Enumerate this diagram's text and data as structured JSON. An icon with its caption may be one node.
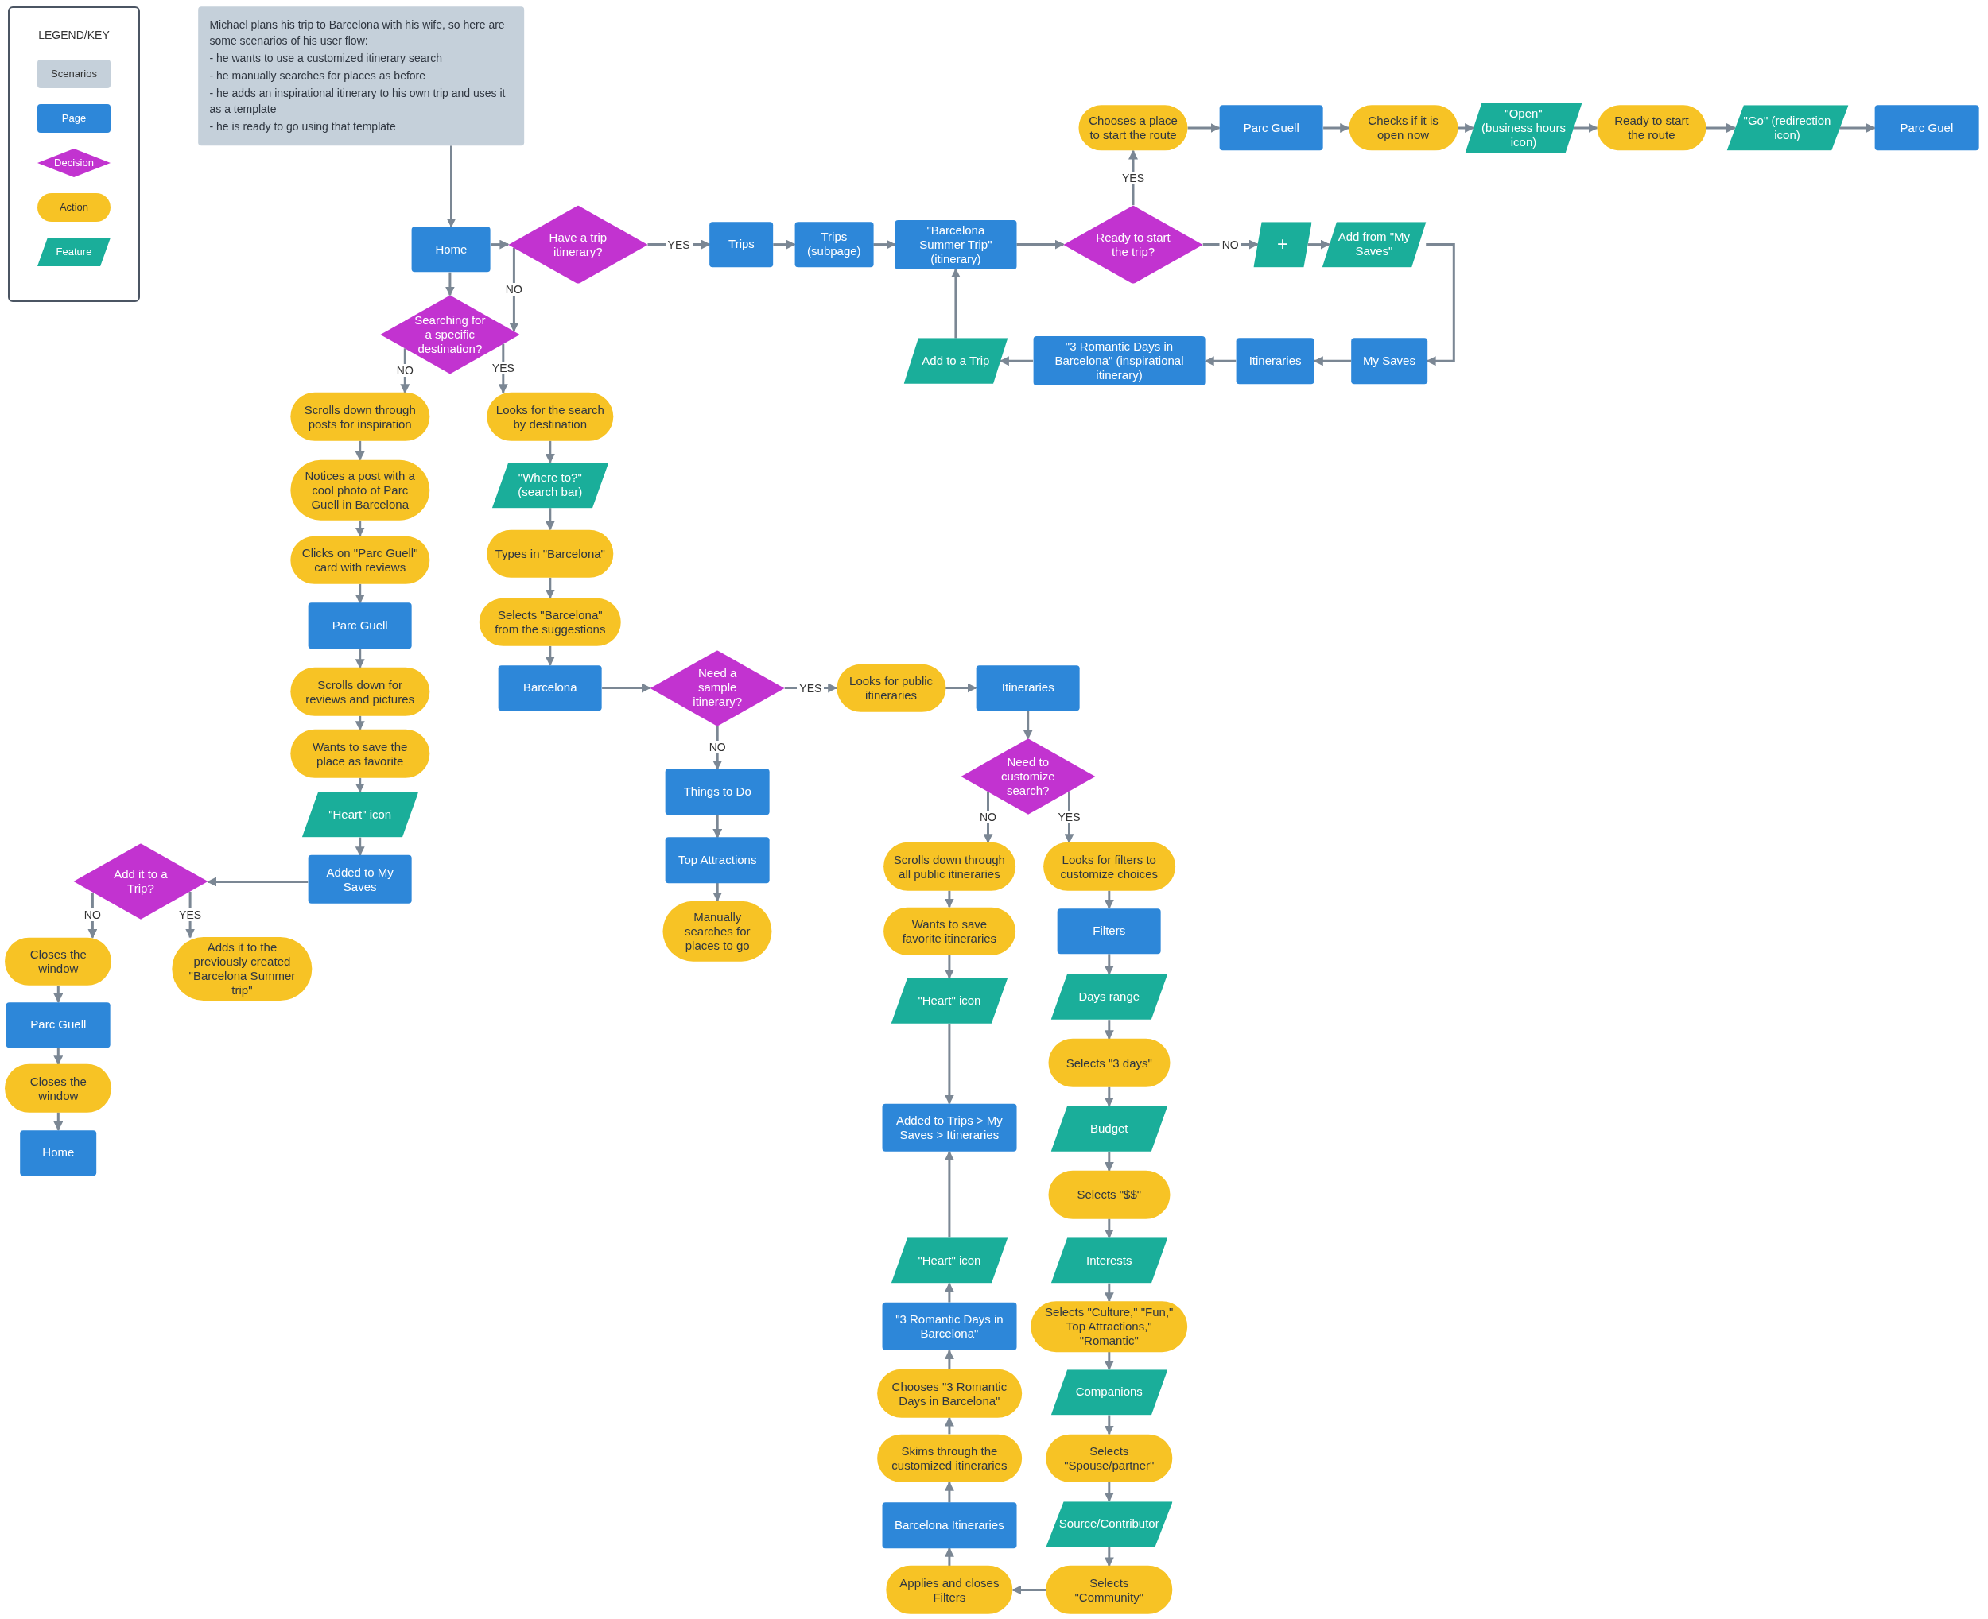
{
  "diagram": {
    "nodes": [
      {
        "text": [
          "Michael plans his trip to Barcelona with his wife, so here are some scenarios of his user flow:",
          "- he wants to use a customized itinerary search",
          "- he manually searches for places as before",
          "- he adds an inspirational itinerary to his own trip and uses it as a template",
          "- he is ready to go using that template"
        ]
      },
      {
        "text": [
          "Home"
        ]
      },
      {
        "text": [
          "Have a trip itinerary?"
        ]
      },
      {
        "text": [
          "Trips"
        ]
      },
      {
        "text": [
          "Trips (subpage)"
        ]
      },
      {
        "text": [
          "\"Barcelona Summer Trip\" (itinerary)"
        ]
      },
      {
        "text": [
          "Ready to start the trip?"
        ]
      },
      {
        "text": [
          "Chooses a place to start the route"
        ]
      },
      {
        "text": [
          "Parc Guell"
        ]
      },
      {
        "text": [
          "Checks if it is open now"
        ]
      },
      {
        "text": [
          "\"Open\" (business hours icon)"
        ]
      },
      {
        "text": [
          "Ready to start the route"
        ]
      },
      {
        "text": [
          "\"Go\" (redirection icon)"
        ]
      },
      {
        "text": [
          "Parc Guel"
        ]
      },
      {
        "text": [
          "+"
        ]
      },
      {
        "text": [
          "Add from \"My Saves\""
        ]
      },
      {
        "text": [
          "My Saves"
        ]
      },
      {
        "text": [
          "Itineraries"
        ]
      },
      {
        "text": [
          "\"3 Romantic Days in Barcelona\" (inspirational itinerary)"
        ]
      },
      {
        "text": [
          "Add to a Trip"
        ]
      },
      {
        "text": [
          "Searching for a specific destination?"
        ]
      },
      {
        "text": [
          "Scrolls down through posts for inspiration"
        ]
      },
      {
        "text": [
          "Notices a post with a cool photo of Parc Guell in Barcelona"
        ]
      },
      {
        "text": [
          "Clicks on \"Parc Guell\" card with reviews"
        ]
      },
      {
        "text": [
          "Parc Guell"
        ]
      },
      {
        "text": [
          "Scrolls down for reviews and pictures"
        ]
      },
      {
        "text": [
          "Wants to save the place as favorite"
        ]
      },
      {
        "text": [
          "\"Heart\" icon"
        ]
      },
      {
        "text": [
          "Added to My Saves"
        ]
      },
      {
        "text": [
          "Add it to a Trip?"
        ]
      },
      {
        "text": [
          "Closes the window"
        ]
      },
      {
        "text": [
          "Adds it to the previously created \"Barcelona Summer trip\""
        ]
      },
      {
        "text": [
          "Parc Guell"
        ]
      },
      {
        "text": [
          "Closes the window"
        ]
      },
      {
        "text": [
          "Home"
        ]
      },
      {
        "text": [
          "Looks for the search by destination"
        ]
      },
      {
        "text": [
          "\"Where to?\" (search bar)"
        ]
      },
      {
        "text": [
          "Types in \"Barcelona\""
        ]
      },
      {
        "text": [
          "Selects \"Barcelona\" from the suggestions"
        ]
      },
      {
        "text": [
          "Barcelona"
        ]
      },
      {
        "text": [
          "Need a sample itinerary?"
        ]
      },
      {
        "text": [
          "Looks for public itineraries"
        ]
      },
      {
        "text": [
          "Itineraries"
        ]
      },
      {
        "text": [
          "Things to Do"
        ]
      },
      {
        "text": [
          "Top Attractions"
        ]
      },
      {
        "text": [
          "Manually searches for places to go"
        ]
      },
      {
        "text": [
          "Need to customize search?"
        ]
      },
      {
        "text": [
          "Scrolls down through all public itineraries"
        ]
      },
      {
        "text": [
          "Wants to save favorite itineraries"
        ]
      },
      {
        "text": [
          "\"Heart\" icon"
        ]
      },
      {
        "text": [
          "Added to Trips > My Saves > Itineraries"
        ]
      },
      {
        "text": [
          "\"Heart\" icon"
        ]
      },
      {
        "text": [
          "\"3 Romantic Days in Barcelona\""
        ]
      },
      {
        "text": [
          "Chooses \"3 Romantic Days in Barcelona\""
        ]
      },
      {
        "text": [
          "Skims through the customized itineraries"
        ]
      },
      {
        "text": [
          "Barcelona Itineraries"
        ]
      },
      {
        "text": [
          "Applies and closes Filters"
        ]
      },
      {
        "text": [
          "Looks for filters to customize choices"
        ]
      },
      {
        "text": [
          "Filters"
        ]
      },
      {
        "text": [
          "Days range"
        ]
      },
      {
        "text": [
          "Selects \"3 days\""
        ]
      },
      {
        "text": [
          "Budget"
        ]
      },
      {
        "text": [
          "Selects \"$$\""
        ]
      },
      {
        "text": [
          "Interests"
        ]
      },
      {
        "text": [
          "Selects \"Culture,\" \"Fun,\" Top Attractions,\" \"Romantic\""
        ]
      },
      {
        "text": [
          "Companions"
        ]
      },
      {
        "text": [
          "Selects \"Spouse/partner\""
        ]
      },
      {
        "text": [
          "Source/Contributor"
        ]
      },
      {
        "text": [
          "Selects \"Community\""
        ]
      }
    ],
    "edges": [
      {
        "from": 0,
        "to": 1,
        "arrow": "to"
      },
      {
        "from": 1,
        "to": 2,
        "arrow": "to"
      },
      {
        "from": 2,
        "to": 3,
        "arrow": "to",
        "label": "YES"
      },
      {
        "from": 3,
        "to": 4,
        "arrow": "to"
      },
      {
        "from": 4,
        "to": 5,
        "arrow": "to"
      },
      {
        "from": 5,
        "to": 6,
        "arrow": "to"
      },
      {
        "from": 6,
        "to": 7,
        "arrow": "to",
        "label": "YES"
      },
      {
        "from": 7,
        "to": 8,
        "arrow": "to"
      },
      {
        "from": 8,
        "to": 9,
        "arrow": "to"
      },
      {
        "from": 9,
        "to": 10,
        "arrow": "to"
      },
      {
        "from": 10,
        "to": 11,
        "arrow": "to"
      },
      {
        "from": 11,
        "to": 12,
        "arrow": "to"
      },
      {
        "from": 12,
        "to": 13,
        "arrow": "to"
      },
      {
        "from": 6,
        "to": 14,
        "arrow": "to",
        "label": "NO"
      },
      {
        "from": 14,
        "to": 15,
        "arrow": "to"
      },
      {
        "from": 15,
        "to": 16,
        "arrow": "to"
      },
      {
        "from": 16,
        "to": 17,
        "arrow": "to"
      },
      {
        "from": 17,
        "to": 18,
        "arrow": "to"
      },
      {
        "from": 18,
        "to": 19,
        "arrow": "to"
      },
      {
        "from": 19,
        "to": 5,
        "arrow": "to"
      },
      {
        "from": 2,
        "to": 20,
        "arrow": "to",
        "label": "NO"
      },
      {
        "from": 1,
        "to": 20,
        "arrow": "to"
      },
      {
        "from": 20,
        "to": 21,
        "arrow": "to",
        "label": "NO"
      },
      {
        "from": 20,
        "to": 35,
        "arrow": "to",
        "label": "YES"
      },
      {
        "from": 21,
        "to": 22,
        "arrow": "to"
      },
      {
        "from": 22,
        "to": 23,
        "arrow": "to"
      },
      {
        "from": 23,
        "to": 24,
        "arrow": "to"
      },
      {
        "from": 24,
        "to": 25,
        "arrow": "to"
      },
      {
        "from": 25,
        "to": 26,
        "arrow": "to"
      },
      {
        "from": 26,
        "to": 27,
        "arrow": "to"
      },
      {
        "from": 27,
        "to": 28,
        "arrow": "to"
      },
      {
        "from": 28,
        "to": 29,
        "arrow": "to"
      },
      {
        "from": 29,
        "to": 30,
        "arrow": "to",
        "label": "NO"
      },
      {
        "from": 29,
        "to": 31,
        "arrow": "to",
        "label": "YES"
      },
      {
        "from": 30,
        "to": 32,
        "arrow": "to"
      },
      {
        "from": 32,
        "to": 33,
        "arrow": "to"
      },
      {
        "from": 33,
        "to": 34,
        "arrow": "to"
      },
      {
        "from": 35,
        "to": 36,
        "arrow": "to"
      },
      {
        "from": 36,
        "to": 37,
        "arrow": "to"
      },
      {
        "from": 37,
        "to": 38,
        "arrow": "to"
      },
      {
        "from": 38,
        "to": 39,
        "arrow": "to"
      },
      {
        "from": 39,
        "to": 40,
        "arrow": "to"
      },
      {
        "from": 40,
        "to": 41,
        "arrow": "to",
        "label": "YES"
      },
      {
        "from": 41,
        "to": 42,
        "arrow": "to"
      },
      {
        "from": 40,
        "to": 43,
        "arrow": "to",
        "label": "NO"
      },
      {
        "from": 43,
        "to": 44,
        "arrow": "to"
      },
      {
        "from": 44,
        "to": 45,
        "arrow": "to"
      },
      {
        "from": 42,
        "to": 46,
        "arrow": "to"
      },
      {
        "from": 46,
        "to": 47,
        "arrow": "to",
        "label": "NO"
      },
      {
        "from": 46,
        "to": 57,
        "arrow": "to",
        "label": "YES"
      },
      {
        "from": 47,
        "to": 48,
        "arrow": "to"
      },
      {
        "from": 48,
        "to": 49,
        "arrow": "to"
      },
      {
        "from": 49,
        "to": 50,
        "arrow": "to"
      },
      {
        "from": 57,
        "to": 58,
        "arrow": "to"
      },
      {
        "from": 58,
        "to": 59,
        "arrow": "to"
      },
      {
        "from": 59,
        "to": 60,
        "arrow": "to"
      },
      {
        "from": 60,
        "to": 61,
        "arrow": "to"
      },
      {
        "from": 61,
        "to": 62,
        "arrow": "to"
      },
      {
        "from": 62,
        "to": 63,
        "arrow": "to"
      },
      {
        "from": 63,
        "to": 64,
        "arrow": "to"
      },
      {
        "from": 64,
        "to": 65,
        "arrow": "to"
      },
      {
        "from": 65,
        "to": 66,
        "arrow": "to"
      },
      {
        "from": 66,
        "to": 67,
        "arrow": "to"
      },
      {
        "from": 67,
        "to": 68,
        "arrow": "to"
      },
      {
        "from": 68,
        "to": 56,
        "arrow": "to"
      },
      {
        "from": 56,
        "to": 55,
        "arrow": "to"
      },
      {
        "from": 55,
        "to": 54,
        "arrow": "to"
      },
      {
        "from": 54,
        "to": 53,
        "arrow": "to"
      },
      {
        "from": 53,
        "to": 52,
        "arrow": "to"
      },
      {
        "from": 52,
        "to": 51,
        "arrow": "to"
      },
      {
        "from": 51,
        "to": 50,
        "arrow": "to"
      }
    ],
    "labels": [
      "LEGEND/KEY"
    ],
    "legend": [
      {
        "text": "Scenarios",
        "color": "#c5d0da"
      },
      {
        "text": "Page",
        "color": "#2d87d9"
      },
      {
        "text": "Decision",
        "color": "#c233d0"
      },
      {
        "text": "Action",
        "color": "#f7c325"
      },
      {
        "text": "Feature",
        "color": "#1aae9a"
      }
    ]
  }
}
